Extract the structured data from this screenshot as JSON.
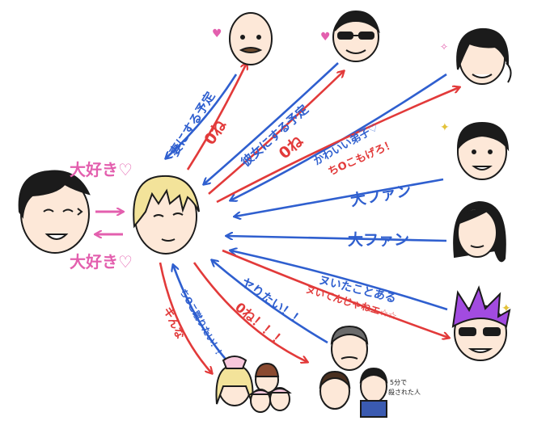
{
  "colors": {
    "pink": "#e35fae",
    "blue": "#2f5fcf",
    "red": "#e23a3a",
    "hair_blond": "#f3e39a",
    "hair_dark": "#1b1b1b",
    "hair_purple": "#a24be0",
    "skin": "#fde8d8",
    "line": "#1b1b1b"
  },
  "labels": {
    "daisuki_top": "大好き♡",
    "daisuki_bottom": "大好き♡",
    "tsuma": "妻にする予定",
    "kanojo": "彼女にする予定",
    "zero_ne_1": "0ね",
    "zero_ne_2": "0ね",
    "kawaii_deshi": "かわいい弟子♡",
    "chinko_mogero": "ちOこもげろ！",
    "dai_fan_1": "大ファン",
    "dai_fan_2": "大ファン",
    "nuita": "ヌいたことある",
    "nuitenjanee": "ヌいてんじゃねエ☆☆",
    "yaritai": "ヤりたい！！",
    "zero_ne_3": "0ね！！！",
    "chinko_keritai": "ちOこ蹴りたい！！",
    "kirai": "キんな",
    "five_min": "5分で",
    "korosareta": "殺された人"
  }
}
